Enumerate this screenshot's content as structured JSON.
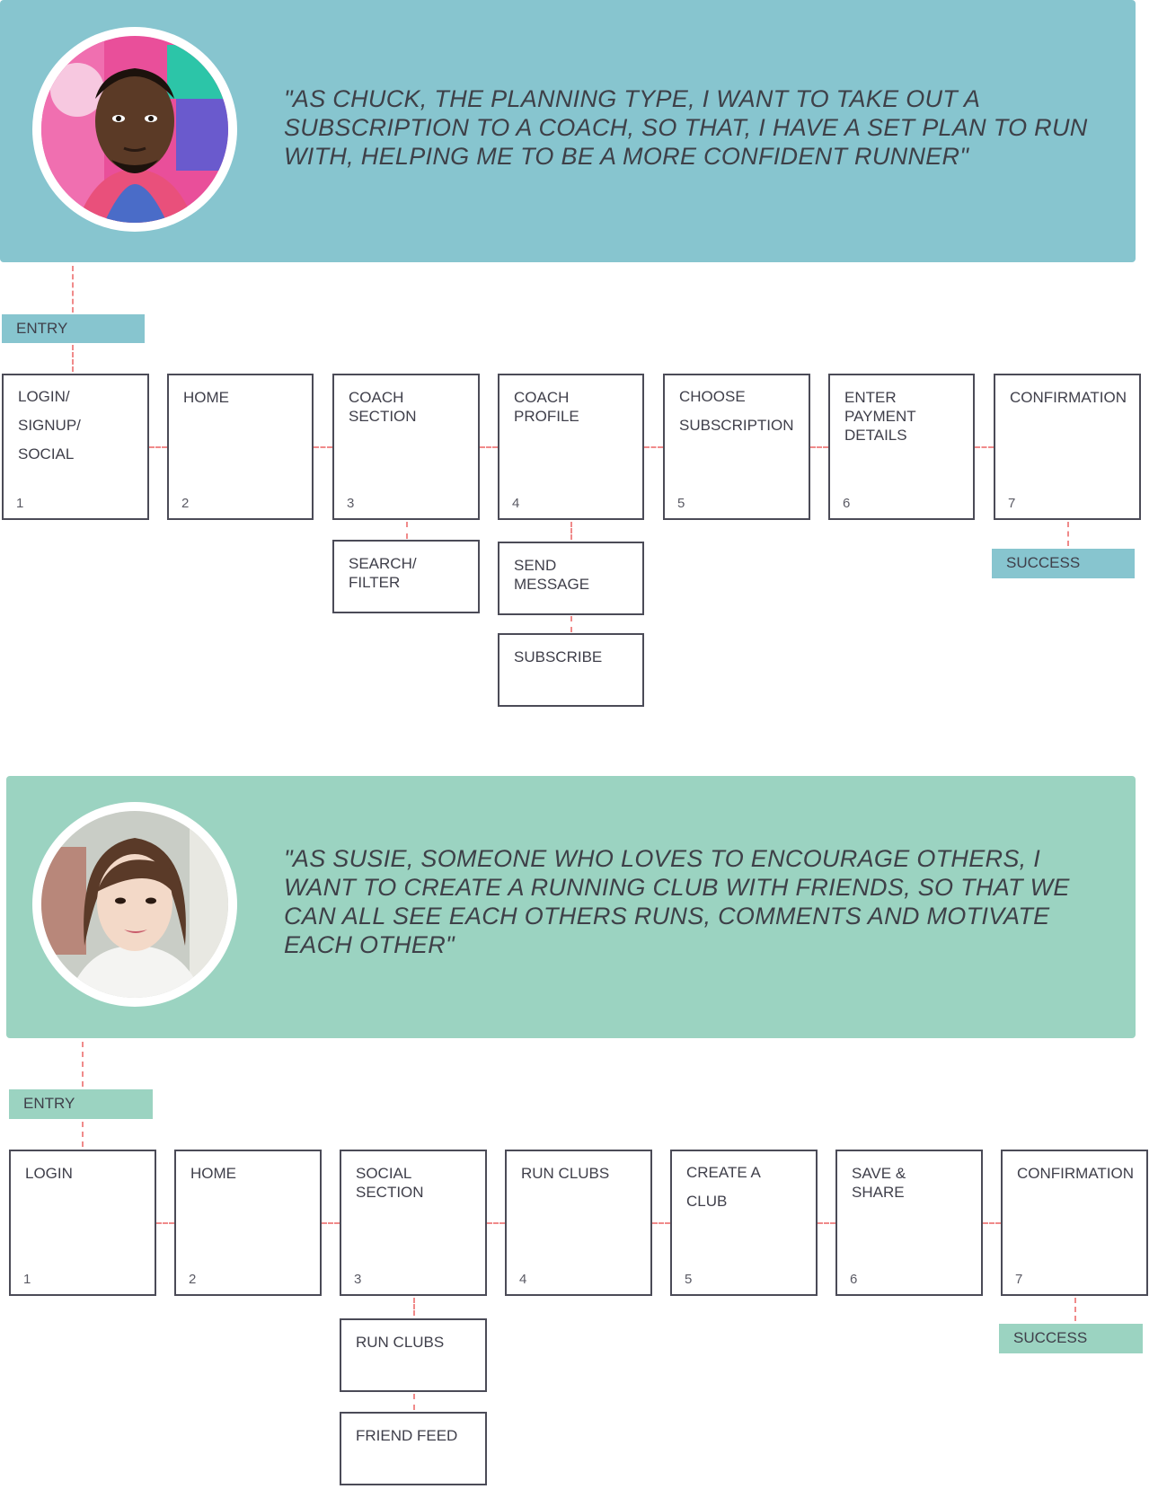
{
  "colors": {
    "persona1": "#87c5cf",
    "persona2": "#9bd3c1",
    "connector": "#f08a8a",
    "box_border": "#4b4b57"
  },
  "persona1": {
    "quote": "\"AS CHUCK, THE PLANNING TYPE, I WANT TO TAKE OUT A SUBSCRIPTION TO A COACH, SO THAT, I HAVE A  SET PLAN TO RUN WITH, HELPING ME TO BE A MORE CONFIDENT RUNNER\"",
    "entry": "ENTRY",
    "success": "SUCCESS",
    "steps": [
      {
        "label": "LOGIN/\nSIGNUP/\nSOCIAL",
        "num": "1"
      },
      {
        "label": "HOME",
        "num": "2"
      },
      {
        "label": "COACH\nSECTION",
        "num": "3"
      },
      {
        "label": "COACH\nPROFILE",
        "num": "4"
      },
      {
        "label": "CHOOSE\nSUBSCRIPTION",
        "num": "5"
      },
      {
        "label": "ENTER\nPAYMENT\nDETAILS",
        "num": "6"
      },
      {
        "label": "CONFIRMATION",
        "num": "7"
      }
    ],
    "sub": {
      "search": "SEARCH/\nFILTER",
      "message": "SEND\nMESSAGE",
      "subscribe": "SUBSCRIBE"
    }
  },
  "persona2": {
    "quote": "\"AS SUSIE, SOMEONE WHO LOVES TO ENCOURAGE OTHERS, I WANT TO CREATE A RUNNING CLUB WITH FRIENDS, SO THAT WE CAN ALL SEE EACH OTHERS RUNS, COMMENTS AND MOTIVATE EACH OTHER\"",
    "entry": "ENTRY",
    "success": "SUCCESS",
    "steps": [
      {
        "label": "LOGIN",
        "num": "1"
      },
      {
        "label": "HOME",
        "num": "2"
      },
      {
        "label": "SOCIAL\nSECTION",
        "num": "3"
      },
      {
        "label": "RUN CLUBS",
        "num": "4"
      },
      {
        "label": "CREATE A\nCLUB",
        "num": "5"
      },
      {
        "label": "SAVE &\nSHARE",
        "num": "6"
      },
      {
        "label": "CONFIRMATION",
        "num": "7"
      }
    ],
    "sub": {
      "runclubs": "RUN CLUBS",
      "friendfeed": "FRIEND FEED"
    }
  }
}
